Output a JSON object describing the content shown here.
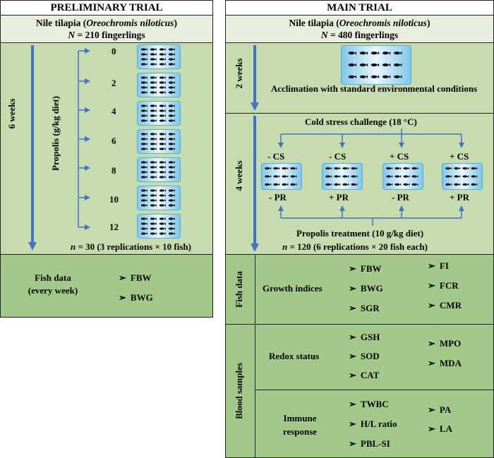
{
  "left": {
    "header": "PRELIMINARY TRIAL",
    "species_prefix": "Nile tilapia (",
    "species_latin": "Oreochromis niloticus",
    "species_suffix": ")",
    "n_prefix": "N",
    "n_value": " = 210 fingerlings",
    "duration": "6 weeks",
    "propolis_label": "Propolis (g/kg diet)",
    "doses": [
      "0",
      "2",
      "4",
      "6",
      "8",
      "10",
      "12"
    ],
    "n_footer_prefix": "n",
    "n_footer_value": " = 30 (3 replications × 10 fish)",
    "fish_data_label": "Fish data\n(every week)",
    "fish_data_items": [
      "FBW",
      "BWG"
    ]
  },
  "right": {
    "header": "MAIN TRIAL",
    "species_prefix": "Nile tilapia (",
    "species_latin": "Oreochromis niloticus",
    "species_suffix": ")",
    "n_prefix": "N",
    "n_value": " = 480 fingerlings",
    "acclimation_duration": "2 weeks",
    "acclimation_text": "Acclimation with standard environmental conditions",
    "treatment_duration": "4 weeks",
    "cold_stress": "Cold stress challenge (18 °C)",
    "groups": [
      {
        "cs": "- CS",
        "pr": "- PR"
      },
      {
        "cs": "- CS",
        "pr": "+ PR"
      },
      {
        "cs": "+ CS",
        "pr": "- PR"
      },
      {
        "cs": "+ CS",
        "pr": "+ PR"
      }
    ],
    "propolis_treatment": "Propolis treatment (10 g/kg diet)",
    "n_footer_prefix": "n",
    "n_footer_value": " = 120 (6 replications × 20 fish each)",
    "fish_data_label": "Fish data",
    "growth_label": "Growth indices",
    "growth_col1": [
      "FBW",
      "BWG",
      "SGR"
    ],
    "growth_col2": [
      "FI",
      "FCR",
      "CMR"
    ],
    "blood_label": "Blood samples",
    "redox_label": "Redox status",
    "redox_col1": [
      "GSH",
      "SOD",
      "CAT"
    ],
    "redox_col2": [
      "MPO",
      "MDA"
    ],
    "immune_label": "Immune\nresponse",
    "immune_col1": [
      "TWBC",
      "H/L ratio",
      "PBL-SI"
    ],
    "immune_col2": [
      "PA",
      "LA"
    ]
  },
  "colors": {
    "arrow_blue": "#4472c4",
    "pale_green": "#e8efdf",
    "mid_green": "#c6dcaf",
    "dark_green": "#a3c98a"
  },
  "icons": [
    "arrow-icon",
    "fish-tank-icon",
    "bullet-arrow-icon"
  ]
}
